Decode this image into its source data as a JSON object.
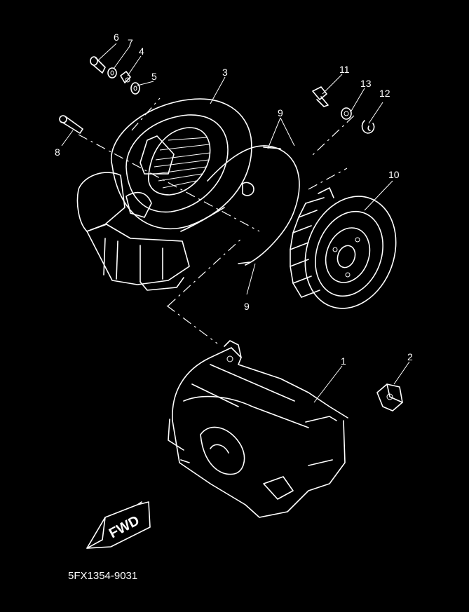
{
  "diagram": {
    "drawing_code": "5FX1354-9031",
    "direction_label": "FWD",
    "callouts": [
      {
        "id": "c6",
        "label": "6"
      },
      {
        "id": "c7",
        "label": "7"
      },
      {
        "id": "c4",
        "label": "4"
      },
      {
        "id": "c5",
        "label": "5"
      },
      {
        "id": "c3",
        "label": "3"
      },
      {
        "id": "c8",
        "label": "8"
      },
      {
        "id": "c9a",
        "label": "9"
      },
      {
        "id": "c9b",
        "label": "9"
      },
      {
        "id": "c11",
        "label": "11"
      },
      {
        "id": "c13",
        "label": "13"
      },
      {
        "id": "c12",
        "label": "12"
      },
      {
        "id": "c10",
        "label": "10"
      },
      {
        "id": "c1",
        "label": "1"
      },
      {
        "id": "c2",
        "label": "2"
      }
    ]
  },
  "colors": {
    "background": "#000000",
    "linework": "#ffffff"
  }
}
